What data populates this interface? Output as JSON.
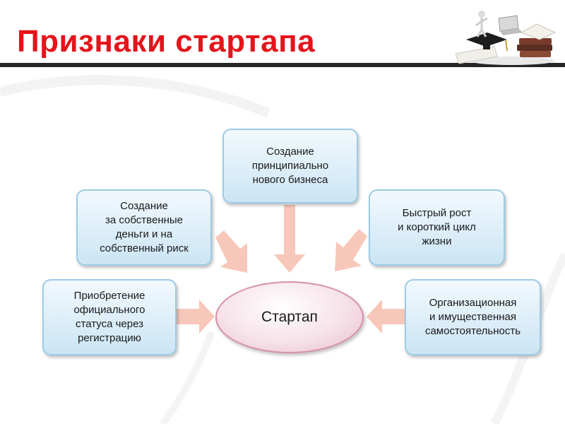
{
  "slide": {
    "title": "Признаки стартапа"
  },
  "diagram": {
    "center": "Стартап",
    "nodes": [
      {
        "id": "top",
        "lines": [
          "Создание",
          "принципиально",
          "нового бизнеса"
        ]
      },
      {
        "id": "upper-left",
        "lines": [
          "Создание",
          "за собственные",
          "деньги и на",
          "собственный риск"
        ]
      },
      {
        "id": "upper-right",
        "lines": [
          "Быстрый рост",
          "и короткий цикл",
          "жизни"
        ]
      },
      {
        "id": "lower-left",
        "lines": [
          "Приобретение",
          "официального",
          "статуса через",
          "регистрацию"
        ]
      },
      {
        "id": "lower-right",
        "lines": [
          "Организационная",
          "и имущественная",
          "самостоятельность"
        ]
      }
    ]
  },
  "colors": {
    "title": "#e5141b",
    "rule": "#262626",
    "box_border": "#9ccbe6",
    "arrow": "#f7c7b9",
    "center_border": "#d790aa"
  },
  "icons": {
    "logo": "graduation-books-icon"
  }
}
